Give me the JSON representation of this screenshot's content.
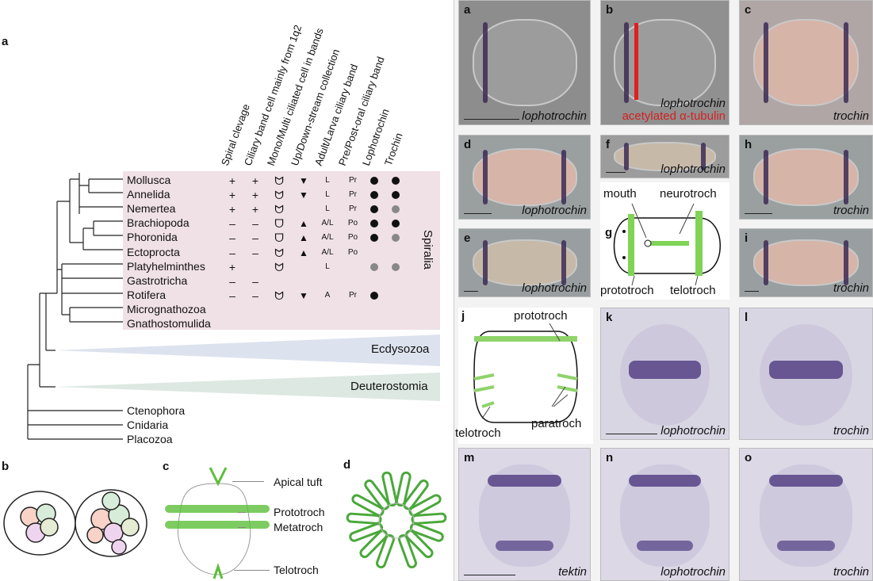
{
  "panel_a": {
    "label": "a",
    "headers": [
      "Spiral clevage",
      "Ciliary band cell mainly from 1q2",
      "Mono/Multi ciliated cell in bands",
      "Up/Down-stream collection",
      "Adult/Larva ciliary band",
      "Pre/Post-oral ciliary band",
      "Lophotrochin",
      "Trochin"
    ],
    "rows": [
      {
        "taxon": "Mollusca",
        "cells": [
          "+",
          "+",
          "multi",
          "down",
          "L",
          "Pr",
          "black",
          "black"
        ]
      },
      {
        "taxon": "Annelida",
        "cells": [
          "+",
          "+",
          "multi",
          "down",
          "L",
          "Pr",
          "black",
          "black"
        ]
      },
      {
        "taxon": "Nemertea",
        "cells": [
          "+",
          "+",
          "multi",
          "",
          "L",
          "Pr",
          "black",
          "grey"
        ]
      },
      {
        "taxon": "Brachiopoda",
        "cells": [
          "–",
          "–",
          "mono",
          "up",
          "A/L",
          "Po",
          "black",
          "black"
        ]
      },
      {
        "taxon": "Phoronida",
        "cells": [
          "–",
          "–",
          "mono",
          "up",
          "A/L",
          "Po",
          "black",
          "grey"
        ]
      },
      {
        "taxon": "Ectoprocta",
        "cells": [
          "–",
          "–",
          "multi",
          "up",
          "A/L",
          "Po",
          "",
          ""
        ]
      },
      {
        "taxon": "Platyhelminthes",
        "cells": [
          "+",
          "",
          "multi",
          "",
          "L",
          "",
          "grey",
          "grey"
        ]
      },
      {
        "taxon": "Gastrotricha",
        "cells": [
          "–",
          "–",
          "",
          "",
          "",
          "",
          "",
          ""
        ]
      },
      {
        "taxon": "Rotifera",
        "cells": [
          "–",
          "–",
          "multi",
          "down",
          "A",
          "Pr",
          "black",
          ""
        ]
      },
      {
        "taxon": "Micrognathozoa",
        "cells": [
          "",
          "",
          "",
          "",
          "",
          "",
          "",
          ""
        ]
      },
      {
        "taxon": "Gnathostomulida",
        "cells": [
          "",
          "",
          "",
          "",
          "",
          "",
          "",
          ""
        ]
      }
    ],
    "clade": "Spiralia",
    "ecdysozoa": "Ecdysozoa",
    "deuterostomia": "Deuterostomia",
    "outgroups": [
      "Ctenophora",
      "Cnidaria",
      "Placozoa"
    ]
  },
  "panel_b": {
    "label": "b"
  },
  "panel_c": {
    "label": "c",
    "labels": [
      "Apical tuft",
      "Prototroch",
      "Metatroch",
      "Telotroch"
    ]
  },
  "panel_d": {
    "label": "d"
  },
  "photos": {
    "a": {
      "label": "a",
      "caption": "lophotrochin"
    },
    "b": {
      "label": "b",
      "caption": "lophotrochin",
      "caption2": "acetylated α-tubulin"
    },
    "c": {
      "label": "c",
      "caption": "trochin"
    },
    "d": {
      "label": "d",
      "caption": "lophotrochin"
    },
    "f": {
      "label": "f",
      "caption": "lophotrochin"
    },
    "h": {
      "label": "h",
      "caption": "trochin"
    },
    "e": {
      "label": "e",
      "caption": "lophotrochin"
    },
    "i": {
      "label": "i",
      "caption": "trochin"
    },
    "k": {
      "label": "k",
      "caption": "lophotrochin"
    },
    "l": {
      "label": "l",
      "caption": "trochin"
    },
    "m": {
      "label": "m",
      "caption": "tektin"
    },
    "n": {
      "label": "n",
      "caption": "lophotrochin"
    },
    "o": {
      "label": "o",
      "caption": "trochin"
    }
  },
  "panel_g": {
    "label": "g",
    "mouth": "mouth",
    "neurotroch": "neurotroch",
    "prototroch": "prototroch",
    "telotroch": "telotroch"
  },
  "panel_j": {
    "label": "j",
    "prototroch": "prototroch",
    "paratroch": "paratroch",
    "telotroch": "telotroch"
  },
  "colors": {
    "pink": "#f0e1e7",
    "ecdysozoa": "#dde3ee",
    "deutero": "#dde8e2",
    "cilia": "#5cbf3a"
  }
}
